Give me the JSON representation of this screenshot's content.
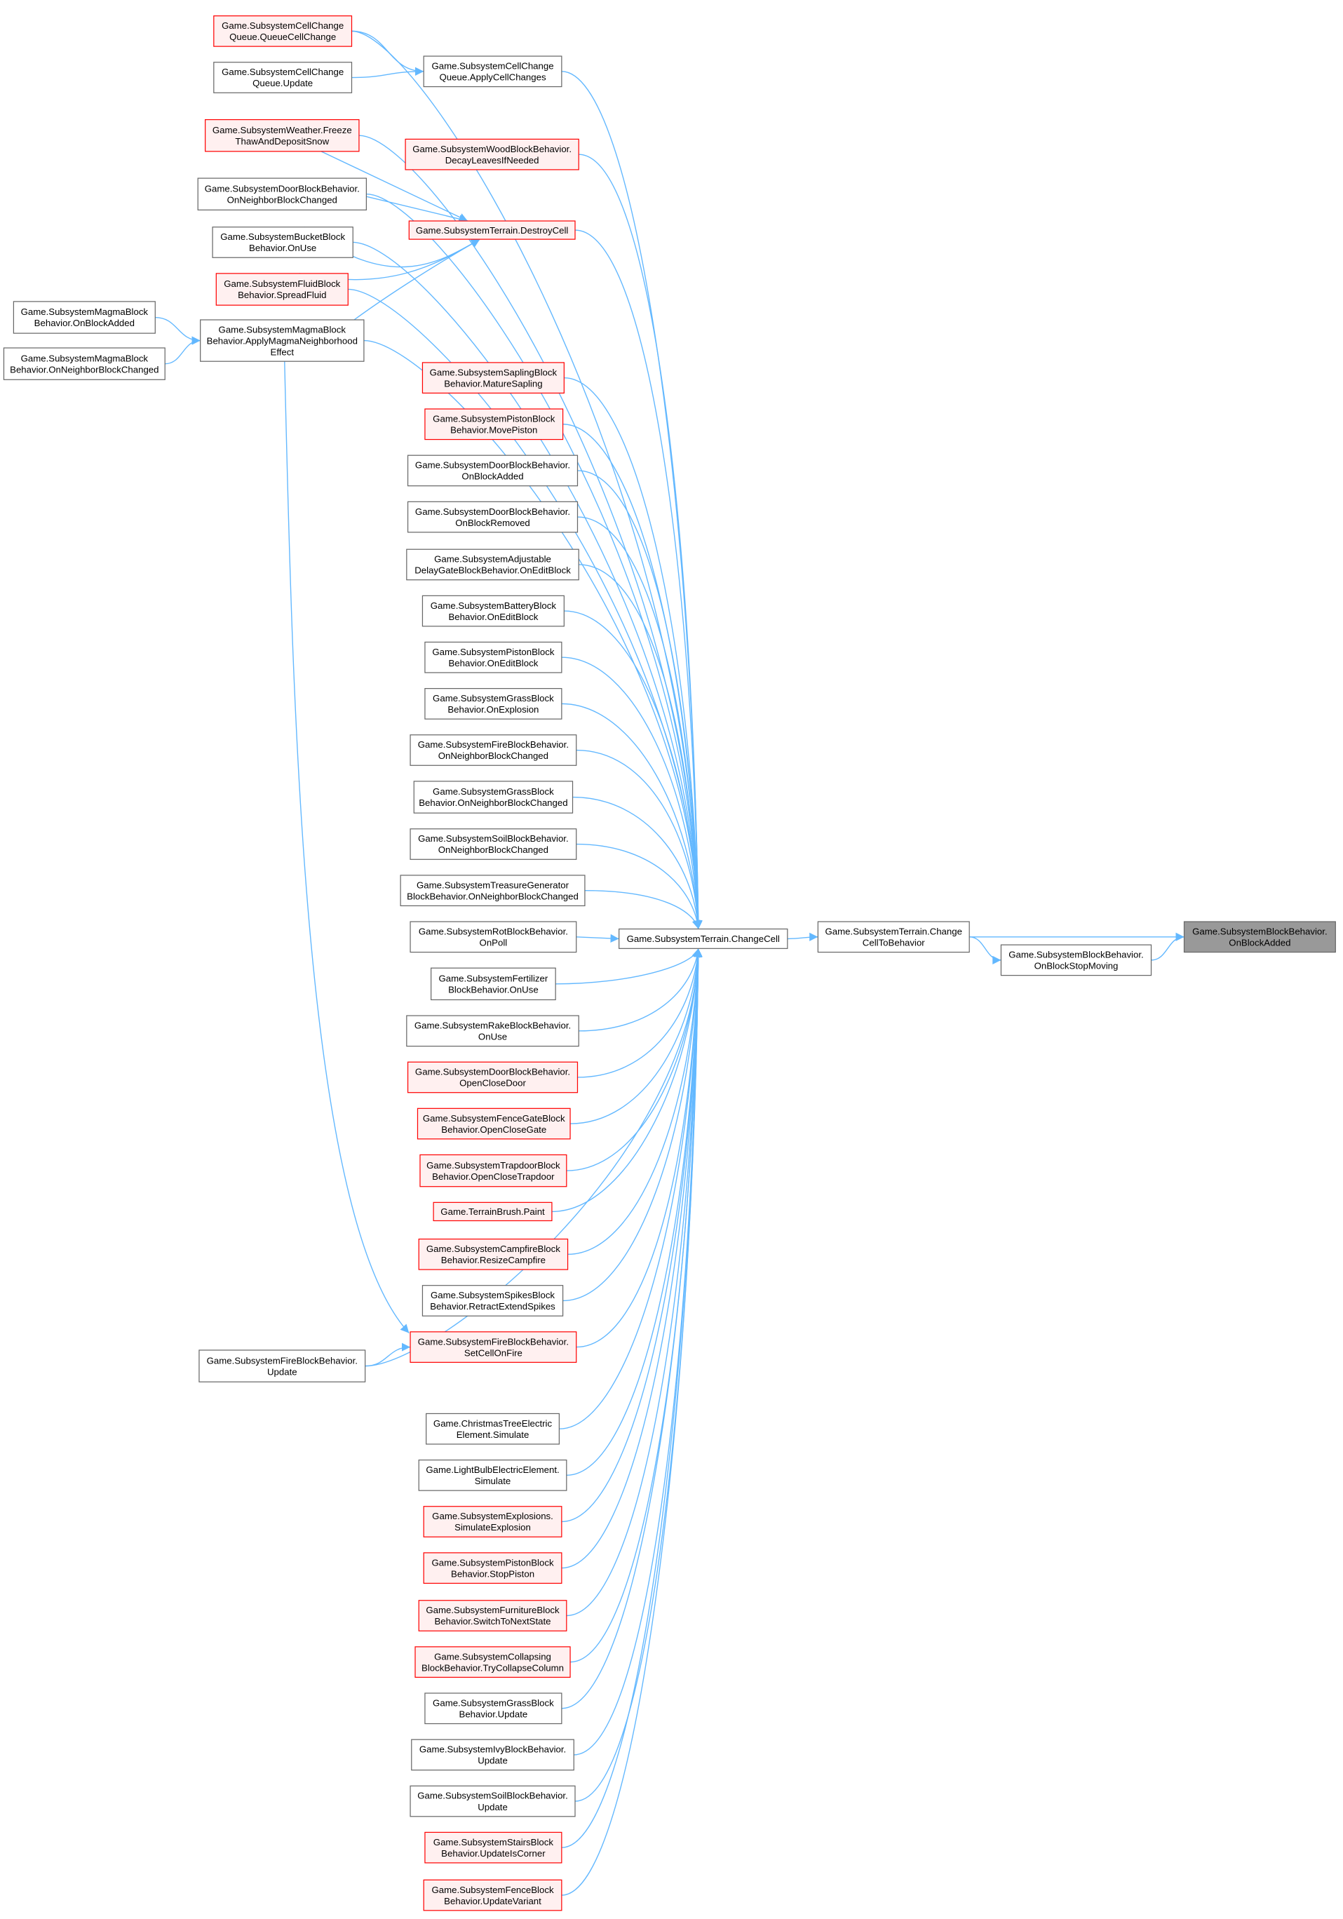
{
  "colors": {
    "edge": "#63b8ff",
    "red_border": "#ff0000",
    "red_fill": "#fff0f0",
    "root_fill": "#999999",
    "border": "#666666"
  },
  "nodes": {
    "queue_cell_change": {
      "lines": [
        "Game.SubsystemCellChange",
        "Queue.QueueCellChange"
      ],
      "style": "red"
    },
    "cell_change_queue_update": {
      "lines": [
        "Game.SubsystemCellChange",
        "Queue.Update"
      ],
      "style": "normal"
    },
    "apply_cell_changes": {
      "lines": [
        "Game.SubsystemCellChange",
        "Queue.ApplyCellChanges"
      ],
      "style": "normal"
    },
    "freeze_thaw": {
      "lines": [
        "Game.SubsystemWeather.Freeze",
        "ThawAndDepositSnow"
      ],
      "style": "red"
    },
    "decay_leaves": {
      "lines": [
        "Game.SubsystemWoodBlockBehavior.",
        "DecayLeavesIfNeeded"
      ],
      "style": "red"
    },
    "door_neighbor_changed": {
      "lines": [
        "Game.SubsystemDoorBlockBehavior.",
        "OnNeighborBlockChanged"
      ],
      "style": "normal"
    },
    "destroy_cell": {
      "lines": [
        "Game.SubsystemTerrain.DestroyCell"
      ],
      "style": "red"
    },
    "bucket_on_use": {
      "lines": [
        "Game.SubsystemBucketBlock",
        "Behavior.OnUse"
      ],
      "style": "normal"
    },
    "spread_fluid": {
      "lines": [
        "Game.SubsystemFluidBlock",
        "Behavior.SpreadFluid"
      ],
      "style": "red"
    },
    "magma_on_block_added": {
      "lines": [
        "Game.SubsystemMagmaBlock",
        "Behavior.OnBlockAdded"
      ],
      "style": "normal"
    },
    "magma_neighbor_changed": {
      "lines": [
        "Game.SubsystemMagmaBlock",
        "Behavior.OnNeighborBlockChanged"
      ],
      "style": "normal"
    },
    "apply_magma": {
      "lines": [
        "Game.SubsystemMagmaBlock",
        "Behavior.ApplyMagmaNeighborhood",
        "Effect"
      ],
      "style": "normal"
    },
    "mature_sapling": {
      "lines": [
        "Game.SubsystemSaplingBlock",
        "Behavior.MatureSapling"
      ],
      "style": "red"
    },
    "move_piston": {
      "lines": [
        "Game.SubsystemPistonBlock",
        "Behavior.MovePiston"
      ],
      "style": "red"
    },
    "door_on_block_added": {
      "lines": [
        "Game.SubsystemDoorBlockBehavior.",
        "OnBlockAdded"
      ],
      "style": "normal"
    },
    "door_on_block_removed": {
      "lines": [
        "Game.SubsystemDoorBlockBehavior.",
        "OnBlockRemoved"
      ],
      "style": "normal"
    },
    "delay_gate_edit": {
      "lines": [
        "Game.SubsystemAdjustable",
        "DelayGateBlockBehavior.OnEditBlock"
      ],
      "style": "normal"
    },
    "battery_edit": {
      "lines": [
        "Game.SubsystemBatteryBlock",
        "Behavior.OnEditBlock"
      ],
      "style": "normal"
    },
    "piston_edit": {
      "lines": [
        "Game.SubsystemPistonBlock",
        "Behavior.OnEditBlock"
      ],
      "style": "normal"
    },
    "grass_explosion": {
      "lines": [
        "Game.SubsystemGrassBlock",
        "Behavior.OnExplosion"
      ],
      "style": "normal"
    },
    "fire_neighbor_changed": {
      "lines": [
        "Game.SubsystemFireBlockBehavior.",
        "OnNeighborBlockChanged"
      ],
      "style": "normal"
    },
    "grass_neighbor_changed": {
      "lines": [
        "Game.SubsystemGrassBlock",
        "Behavior.OnNeighborBlockChanged"
      ],
      "style": "normal"
    },
    "soil_neighbor_changed": {
      "lines": [
        "Game.SubsystemSoilBlockBehavior.",
        "OnNeighborBlockChanged"
      ],
      "style": "normal"
    },
    "treasure_neighbor_changed": {
      "lines": [
        "Game.SubsystemTreasureGenerator",
        "BlockBehavior.OnNeighborBlockChanged"
      ],
      "style": "normal"
    },
    "change_cell": {
      "lines": [
        "Game.SubsystemTerrain.ChangeCell"
      ],
      "style": "normal"
    },
    "change_cell_to_behavior": {
      "lines": [
        "Game.SubsystemTerrain.Change",
        "CellToBehavior"
      ],
      "style": "normal"
    },
    "block_stop_moving": {
      "lines": [
        "Game.SubsystemBlockBehavior.",
        "OnBlockStopMoving"
      ],
      "style": "normal"
    },
    "on_block_added": {
      "lines": [
        "Game.SubsystemBlockBehavior.",
        "OnBlockAdded"
      ],
      "style": "root"
    },
    "rot_on_poll": {
      "lines": [
        "Game.SubsystemRotBlockBehavior.",
        "OnPoll"
      ],
      "style": "normal"
    },
    "fertilizer_on_use": {
      "lines": [
        "Game.SubsystemFertilizer",
        "BlockBehavior.OnUse"
      ],
      "style": "normal"
    },
    "rake_on_use": {
      "lines": [
        "Game.SubsystemRakeBlockBehavior.",
        "OnUse"
      ],
      "style": "normal"
    },
    "open_close_door": {
      "lines": [
        "Game.SubsystemDoorBlockBehavior.",
        "OpenCloseDoor"
      ],
      "style": "red"
    },
    "open_close_gate": {
      "lines": [
        "Game.SubsystemFenceGateBlock",
        "Behavior.OpenCloseGate"
      ],
      "style": "red"
    },
    "open_close_trapdoor": {
      "lines": [
        "Game.SubsystemTrapdoorBlock",
        "Behavior.OpenCloseTrapdoor"
      ],
      "style": "red"
    },
    "terrain_brush_paint": {
      "lines": [
        "Game.TerrainBrush.Paint"
      ],
      "style": "red"
    },
    "resize_campfire": {
      "lines": [
        "Game.SubsystemCampfireBlock",
        "Behavior.ResizeCampfire"
      ],
      "style": "red"
    },
    "retract_extend_spikes": {
      "lines": [
        "Game.SubsystemSpikesBlock",
        "Behavior.RetractExtendSpikes"
      ],
      "style": "normal"
    },
    "set_cell_on_fire": {
      "lines": [
        "Game.SubsystemFireBlockBehavior.",
        "SetCellOnFire"
      ],
      "style": "red"
    },
    "fire_update": {
      "lines": [
        "Game.SubsystemFireBlockBehavior.",
        "Update"
      ],
      "style": "normal"
    },
    "christmas_simulate": {
      "lines": [
        "Game.ChristmasTreeElectric",
        "Element.Simulate"
      ],
      "style": "normal"
    },
    "lightbulb_simulate": {
      "lines": [
        "Game.LightBulbElectricElement.",
        "Simulate"
      ],
      "style": "normal"
    },
    "simulate_explosion": {
      "lines": [
        "Game.SubsystemExplosions.",
        "SimulateExplosion"
      ],
      "style": "red"
    },
    "stop_piston": {
      "lines": [
        "Game.SubsystemPistonBlock",
        "Behavior.StopPiston"
      ],
      "style": "red"
    },
    "switch_next_state": {
      "lines": [
        "Game.SubsystemFurnitureBlock",
        "Behavior.SwitchToNextState"
      ],
      "style": "red"
    },
    "try_collapse": {
      "lines": [
        "Game.SubsystemCollapsing",
        "BlockBehavior.TryCollapseColumn"
      ],
      "style": "red"
    },
    "grass_update": {
      "lines": [
        "Game.SubsystemGrassBlock",
        "Behavior.Update"
      ],
      "style": "normal"
    },
    "ivy_update": {
      "lines": [
        "Game.SubsystemIvyBlockBehavior.",
        "Update"
      ],
      "style": "normal"
    },
    "soil_update": {
      "lines": [
        "Game.SubsystemSoilBlockBehavior.",
        "Update"
      ],
      "style": "normal"
    },
    "stairs_corner": {
      "lines": [
        "Game.SubsystemStairsBlock",
        "Behavior.UpdateIsCorner"
      ],
      "style": "red"
    },
    "fence_variant": {
      "lines": [
        "Game.SubsystemFenceBlock",
        "Behavior.UpdateVariant"
      ],
      "style": "red"
    }
  },
  "edges": [
    [
      "queue_cell_change",
      "apply_cell_changes"
    ],
    [
      "cell_change_queue_update",
      "apply_cell_changes"
    ],
    [
      "queue_cell_change",
      "change_cell"
    ],
    [
      "apply_cell_changes",
      "change_cell"
    ],
    [
      "freeze_thaw",
      "destroy_cell"
    ],
    [
      "freeze_thaw",
      "change_cell"
    ],
    [
      "decay_leaves",
      "change_cell"
    ],
    [
      "door_neighbor_changed",
      "destroy_cell"
    ],
    [
      "door_neighbor_changed",
      "change_cell"
    ],
    [
      "bucket_on_use",
      "destroy_cell"
    ],
    [
      "bucket_on_use",
      "change_cell"
    ],
    [
      "spread_fluid",
      "destroy_cell"
    ],
    [
      "spread_fluid",
      "change_cell"
    ],
    [
      "apply_magma",
      "destroy_cell"
    ],
    [
      "apply_magma",
      "change_cell"
    ],
    [
      "destroy_cell",
      "change_cell"
    ],
    [
      "magma_on_block_added",
      "apply_magma"
    ],
    [
      "magma_neighbor_changed",
      "apply_magma"
    ],
    [
      "apply_magma",
      "set_cell_on_fire"
    ],
    [
      "fire_update",
      "set_cell_on_fire"
    ],
    [
      "fire_update",
      "change_cell"
    ],
    [
      "mature_sapling",
      "change_cell"
    ],
    [
      "move_piston",
      "change_cell"
    ],
    [
      "door_on_block_added",
      "change_cell"
    ],
    [
      "door_on_block_removed",
      "change_cell"
    ],
    [
      "delay_gate_edit",
      "change_cell"
    ],
    [
      "battery_edit",
      "change_cell"
    ],
    [
      "piston_edit",
      "change_cell"
    ],
    [
      "grass_explosion",
      "change_cell"
    ],
    [
      "fire_neighbor_changed",
      "change_cell"
    ],
    [
      "grass_neighbor_changed",
      "change_cell"
    ],
    [
      "soil_neighbor_changed",
      "change_cell"
    ],
    [
      "treasure_neighbor_changed",
      "change_cell"
    ],
    [
      "rot_on_poll",
      "change_cell"
    ],
    [
      "fertilizer_on_use",
      "change_cell"
    ],
    [
      "rake_on_use",
      "change_cell"
    ],
    [
      "open_close_door",
      "change_cell"
    ],
    [
      "open_close_gate",
      "change_cell"
    ],
    [
      "open_close_trapdoor",
      "change_cell"
    ],
    [
      "terrain_brush_paint",
      "change_cell"
    ],
    [
      "resize_campfire",
      "change_cell"
    ],
    [
      "retract_extend_spikes",
      "change_cell"
    ],
    [
      "set_cell_on_fire",
      "change_cell"
    ],
    [
      "christmas_simulate",
      "change_cell"
    ],
    [
      "lightbulb_simulate",
      "change_cell"
    ],
    [
      "simulate_explosion",
      "change_cell"
    ],
    [
      "stop_piston",
      "change_cell"
    ],
    [
      "switch_next_state",
      "change_cell"
    ],
    [
      "try_collapse",
      "change_cell"
    ],
    [
      "grass_update",
      "change_cell"
    ],
    [
      "ivy_update",
      "change_cell"
    ],
    [
      "soil_update",
      "change_cell"
    ],
    [
      "stairs_corner",
      "change_cell"
    ],
    [
      "fence_variant",
      "change_cell"
    ],
    [
      "change_cell",
      "change_cell_to_behavior"
    ],
    [
      "change_cell_to_behavior",
      "on_block_added"
    ],
    [
      "change_cell_to_behavior",
      "block_stop_moving"
    ],
    [
      "block_stop_moving",
      "on_block_added"
    ]
  ]
}
